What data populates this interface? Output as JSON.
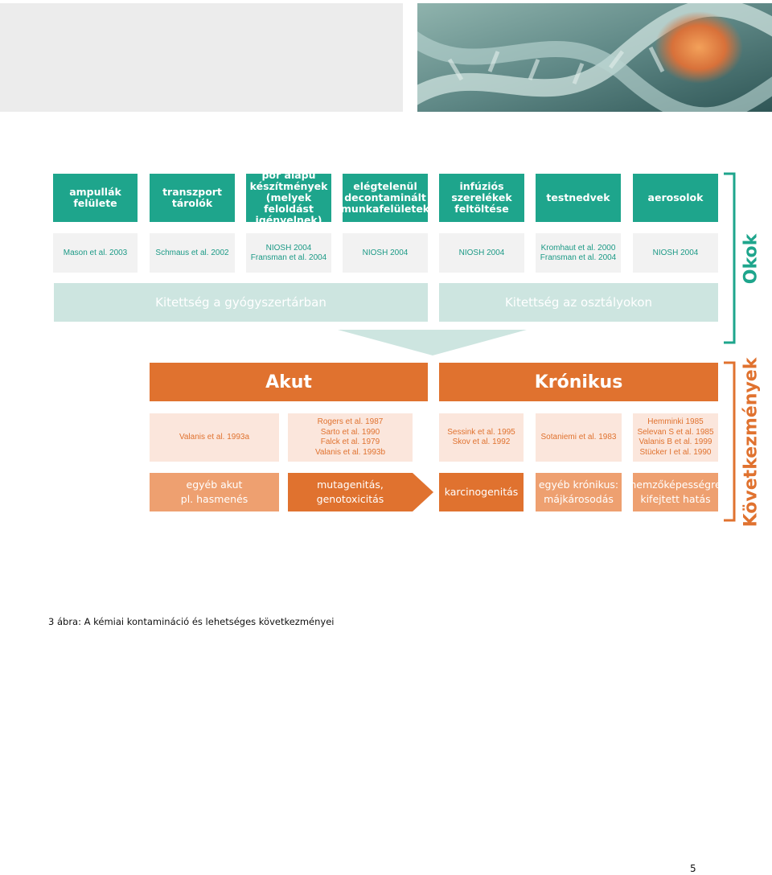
{
  "header": {
    "photo_icon": "dna-helix-image"
  },
  "sources": [
    "ampullák\nfelülete",
    "transzport\ntárolók",
    "por alapú\nkészítmények\n(melyek feloldást\nigényelnek)",
    "elégtelenül\ndecontaminált\nmunkafelületek",
    "infúziós\nszerelékek\nfeltöltése",
    "testnedvek",
    "aerosolok"
  ],
  "source_refs": [
    "Mason et al. 2003",
    "Schmaus et al. 2002",
    "NIOSH 2004\nFransman et al. 2004",
    "NIOSH 2004",
    "NIOSH 2004",
    "Kromhaut et al. 2000\nFransman et al. 2004",
    "NIOSH 2004"
  ],
  "exposure": {
    "pharmacy": "Kitettség a gyógyszertárban",
    "wards": "Kitettség az osztályokon"
  },
  "side_labels": {
    "causes": "Okok",
    "consequences": "Következmények"
  },
  "effects": {
    "acute_title": "Akut",
    "chronic_title": "Krónikus",
    "refs": [
      "Valanis et al. 1993a",
      "Rogers et al. 1987\nSarto et al. 1990\nFalck et al. 1979\nValanis et al. 1993b",
      "Sessink et al. 1995\nSkov et al. 1992",
      "Sotaniemi et al. 1983",
      "Hemminki 1985\nSelevan S et al. 1985\nValanis B et al. 1999\nStücker I et al. 1990"
    ],
    "outcomes": [
      "egyéb akut\npl. hasmenés",
      "mutagenitás,\ngenotoxicitás",
      "karcinogenitás",
      "egyéb krónikus:\nmájkárosodás",
      "nemzőképességre\nkifejtett hatás"
    ]
  },
  "caption": "3 ábra: A kémiai kontamináció és lehetséges következményei",
  "page_number": "5",
  "colors": {
    "teal": "#1ea58c",
    "light_teal": "#cde5e0",
    "orange": "#e0722f",
    "light_orange": "#eea070",
    "pale_orange": "#fbe6dc"
  }
}
